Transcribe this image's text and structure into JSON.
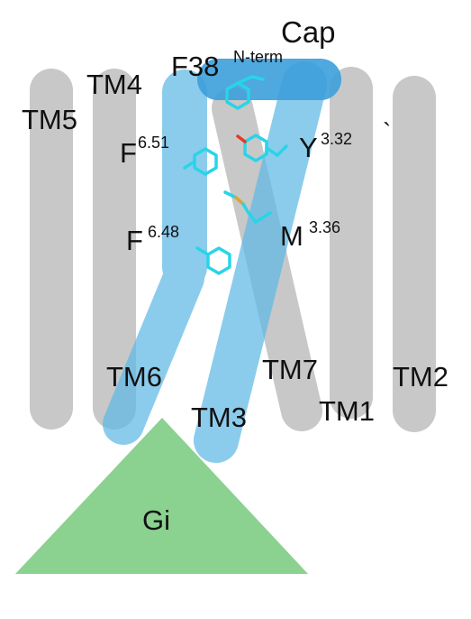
{
  "colors": {
    "helix_gray": "#c8c8c8",
    "helix_blue": "#5fb9e6",
    "cap_blue": "#3d9fdb",
    "gi_green": "#8bd18f",
    "residue_cyan": "#29d4e8",
    "oxygen_red": "#e23a2a",
    "sulfur_gold": "#d9a530",
    "text": "#111111"
  },
  "labels": {
    "cap": "Cap",
    "f38": "F38",
    "f38_sup": "N-term",
    "tm4": "TM4",
    "tm5": "TM5",
    "f651": "F",
    "f651_sup": "6.51",
    "y332": "Y",
    "y332_sup": "3.32",
    "f648": "F",
    "f648_sup": "6.48",
    "m336": "M",
    "m336_sup": "3.36",
    "tm6": "TM6",
    "tm7": "TM7",
    "tm2": "TM2",
    "tm3": "TM3",
    "tm1": "TM1",
    "gi": "Gi",
    "tick": "`"
  },
  "icons": {
    "f38_residue": "phenylalanine-stick-model",
    "y332_residue": "tyrosine-stick-model",
    "f651_residue": "phenylalanine-stick-model",
    "m336_residue": "methionine-stick-model",
    "f648_residue": "phenylalanine-stick-model"
  }
}
